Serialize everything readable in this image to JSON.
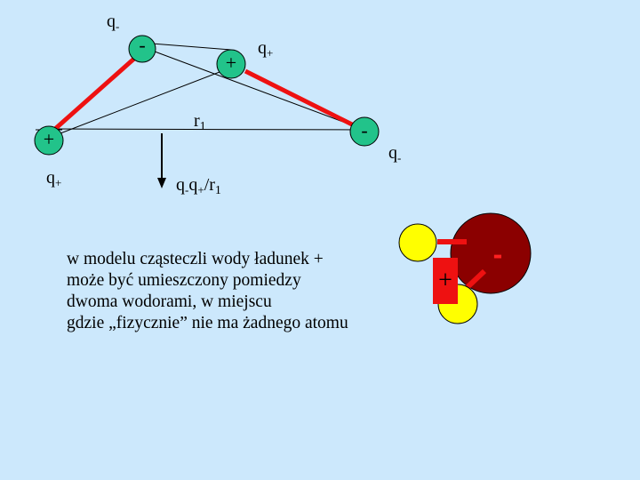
{
  "labels": {
    "q_top": {
      "base": "q",
      "sub": "-"
    },
    "q_right_plus": {
      "base": "q",
      "sub": "+"
    },
    "q_right_minus": {
      "base": "q",
      "sub": "-"
    },
    "q_left_plus": {
      "base": "q",
      "sub": "+"
    },
    "r1": {
      "base": "r",
      "sub": "1"
    },
    "formula": {
      "q1": "q",
      "s1": "-",
      "q2": "q",
      "s2": "+",
      "div": "/r",
      "s3": "1"
    }
  },
  "charges": {
    "top_minus": "-",
    "middle_plus": "+",
    "left_plus": "+",
    "right_minus": "-"
  },
  "caption": [
    "w modelu cząsteczli wody ładunek +",
    "może być umieszczony pomiedzy",
    "dwoma wodorami, w miejscu",
    "gdzie „fizycznie” nie ma żadnego atomu"
  ],
  "molecule": {
    "plus": "+",
    "minus": "-"
  },
  "colors": {
    "background": "#cce8fc",
    "charge_circle": "#22c38a",
    "bond": "#ee1111",
    "hydrogen": "#ffff00",
    "oxygen": "#8b0000"
  }
}
